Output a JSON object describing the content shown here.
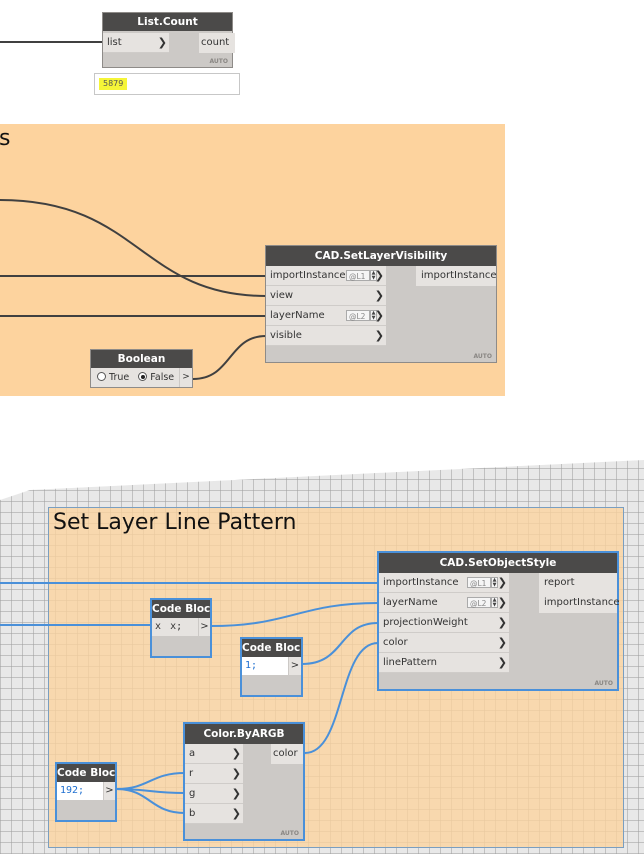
{
  "nodes": {
    "list_count": {
      "title": "List.Count",
      "input": "list",
      "output": "count",
      "auto": "AUTO",
      "watch_value": "5879"
    },
    "set_layer_visibility": {
      "title": "CAD.SetLayerVisibility",
      "inputs": [
        "importInstance",
        "view",
        "layerName",
        "visible"
      ],
      "levels": [
        "@L1",
        "@L2"
      ],
      "output": "importInstance",
      "auto": "AUTO"
    },
    "boolean": {
      "title": "Boolean",
      "true_label": "True",
      "false_label": "False",
      "selected": "False",
      "out": ">"
    },
    "set_object_style": {
      "title": "CAD.SetObjectStyle",
      "inputs": [
        "importInstance",
        "layerName",
        "projectionWeight",
        "color",
        "linePattern"
      ],
      "levels": [
        "@L1",
        "@L2"
      ],
      "outputs": [
        "report",
        "importInstance"
      ],
      "auto": "AUTO"
    },
    "code_block_x": {
      "title": "Code Block",
      "code_prefix": "x",
      "code": "x;",
      "out": ">"
    },
    "code_block_1": {
      "title": "Code Block",
      "code": "1;",
      "out": ">"
    },
    "code_block_192": {
      "title": "Code Block",
      "code": "192;",
      "out": ">"
    },
    "color_by_argb": {
      "title": "Color.ByARGB",
      "inputs": [
        "a",
        "r",
        "g",
        "b"
      ],
      "output": "color",
      "auto": "AUTO"
    }
  },
  "groups": {
    "top_group": {
      "title_fragment": "s",
      "color": "#fdd39e"
    },
    "line_pattern_group": {
      "title": "Set Layer Line Pattern",
      "color": "#fdd39e"
    }
  },
  "colors": {
    "wire_dark": "#404040",
    "wire_selected": "#4a90d9",
    "node_header": "#4b4a49",
    "watch_highlight": "#f5f538"
  },
  "icons": {
    "chevron": "chevron-right-icon",
    "spinner": "level-spinner-icon"
  }
}
